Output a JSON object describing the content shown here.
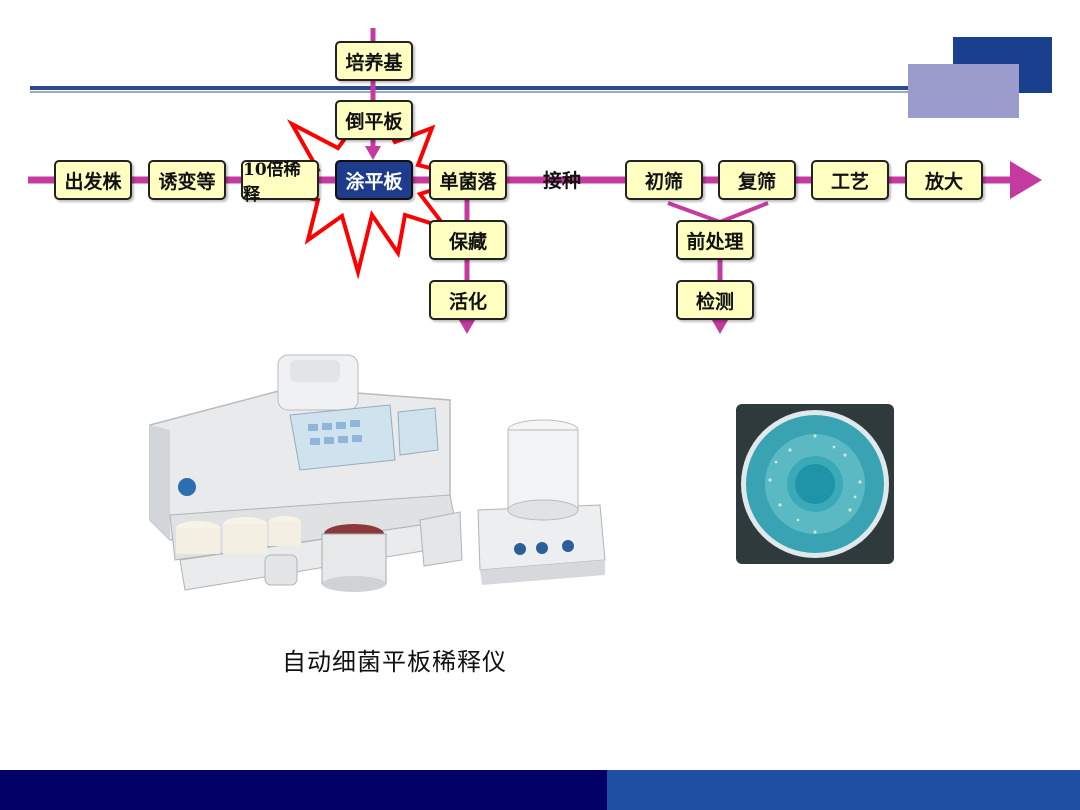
{
  "colors": {
    "magenta": "#c53a9e",
    "box_fill": "#ffffc2",
    "active_fill": "#1e3b8c",
    "burst_stroke": "#ff0000",
    "top_rule": "#2a4a8a",
    "deco_navy": "#1b3f8f",
    "deco_lilac": "#9b9bcc",
    "footer_dark": "#000066",
    "footer_blue": "#1e4fa0"
  },
  "flow": {
    "main": [
      "出发株",
      "诱变等",
      "10倍稀释",
      "涂平板",
      "单菌落"
    ],
    "connector_label": "接种",
    "screen": [
      "初筛",
      "复筛",
      "工艺",
      "放大"
    ],
    "upper": [
      "培养基",
      "倒平板"
    ],
    "lower_left": [
      "保藏",
      "活化"
    ],
    "lower_right": [
      "前处理",
      "检测"
    ]
  },
  "images": {
    "instrument": "automatic-plate-diluter-photo",
    "petri": "bacterial-plate-photo"
  },
  "caption": "自动细菌平板稀释仪"
}
